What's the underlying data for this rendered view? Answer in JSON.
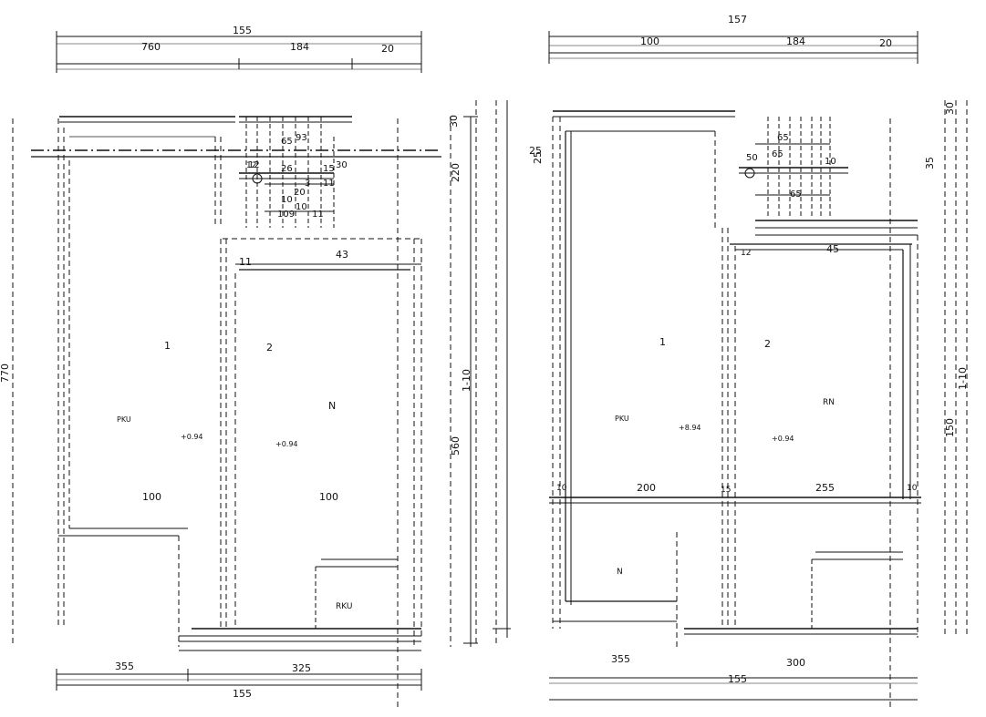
{
  "plans": [
    {
      "name": "left-plan",
      "top_dims": {
        "overall": "155",
        "a": "760",
        "b": "184",
        "c": "20"
      },
      "bottom_dims": {
        "overall": "155",
        "a": "355",
        "b": "325"
      },
      "left_dim": "770",
      "right_dims": {
        "a": "30",
        "b": "220",
        "c": "1-10",
        "d": "560"
      },
      "room_numbers": [
        "1",
        "2"
      ],
      "tags": [
        "PKU",
        "RKU",
        "N"
      ],
      "elevations": [
        "+0.94",
        "+0.94"
      ],
      "stair_labels": [
        "65",
        "93",
        "26",
        "15",
        "30",
        "10",
        "3",
        "20",
        "10",
        "109",
        "11",
        "12",
        "11"
      ],
      "side_dims": [
        "100",
        "100",
        "11",
        "43",
        "12"
      ]
    },
    {
      "name": "right-plan",
      "top_dims": {
        "overall": "157",
        "a": "100",
        "b": "184",
        "c": "20"
      },
      "bottom_dims": {
        "overall": "155",
        "a": "355",
        "b": "300"
      },
      "left_dim": "25",
      "right_dims": {
        "a": "30",
        "b": "35",
        "c": "1-10",
        "d": "150"
      },
      "room_numbers": [
        "1",
        "2"
      ],
      "tags": [
        "RN",
        "PKU",
        "N"
      ],
      "elevations": [
        "+8.94",
        "+0.94"
      ],
      "stair_labels": [
        "65",
        "65",
        "10",
        "65",
        "50"
      ],
      "side_dims": [
        "200",
        "255",
        "10",
        "15",
        "10",
        "45",
        "25",
        "12"
      ]
    }
  ]
}
